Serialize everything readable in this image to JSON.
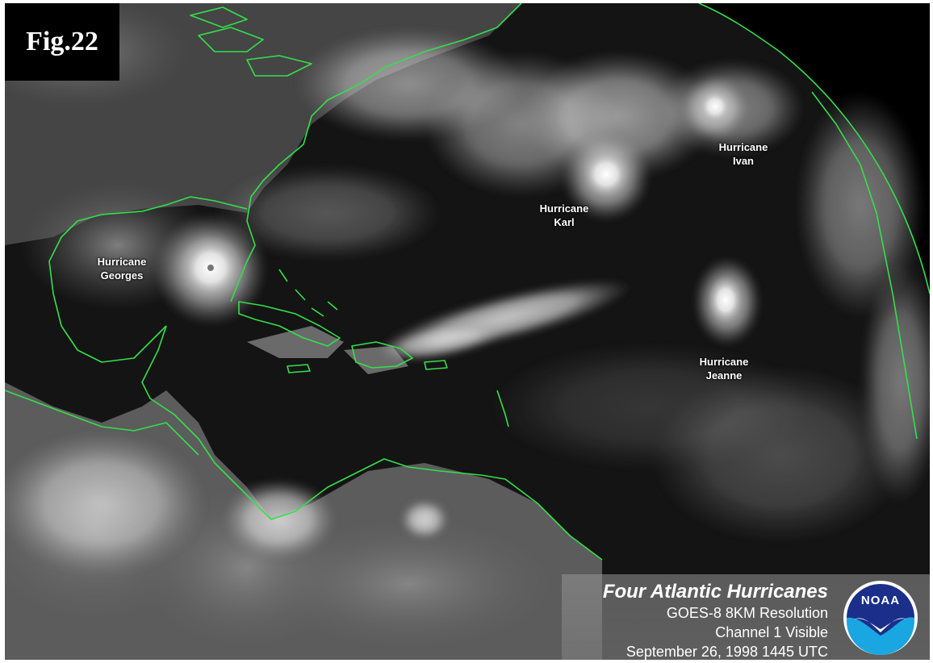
{
  "figure_label": "Fig.22",
  "storms": [
    {
      "name": "Hurricane Georges"
    },
    {
      "name": "Hurricane Karl"
    },
    {
      "name": "Hurricane Ivan"
    },
    {
      "name": "Hurricane Jeanne"
    }
  ],
  "storm_lines": [
    [
      "Hurricane",
      "Georges"
    ],
    [
      "Hurricane",
      "Karl"
    ],
    [
      "Hurricane",
      "Ivan"
    ],
    [
      "Hurricane",
      "Jeanne"
    ]
  ],
  "caption": {
    "title": "Four Atlantic Hurricanes",
    "line1": "GOES-8  8KM Resolution",
    "line2": "Channel 1  Visible",
    "line3": "September 26, 1998  1445 UTC"
  },
  "logo": {
    "text": "NOAA",
    "ring_color": "#ffffff",
    "top_color": "#1b2f8a",
    "bottom_color": "#1aa6e0"
  },
  "colors": {
    "coastline": "#33e04a",
    "space": "#000000",
    "ocean": "#151515"
  }
}
